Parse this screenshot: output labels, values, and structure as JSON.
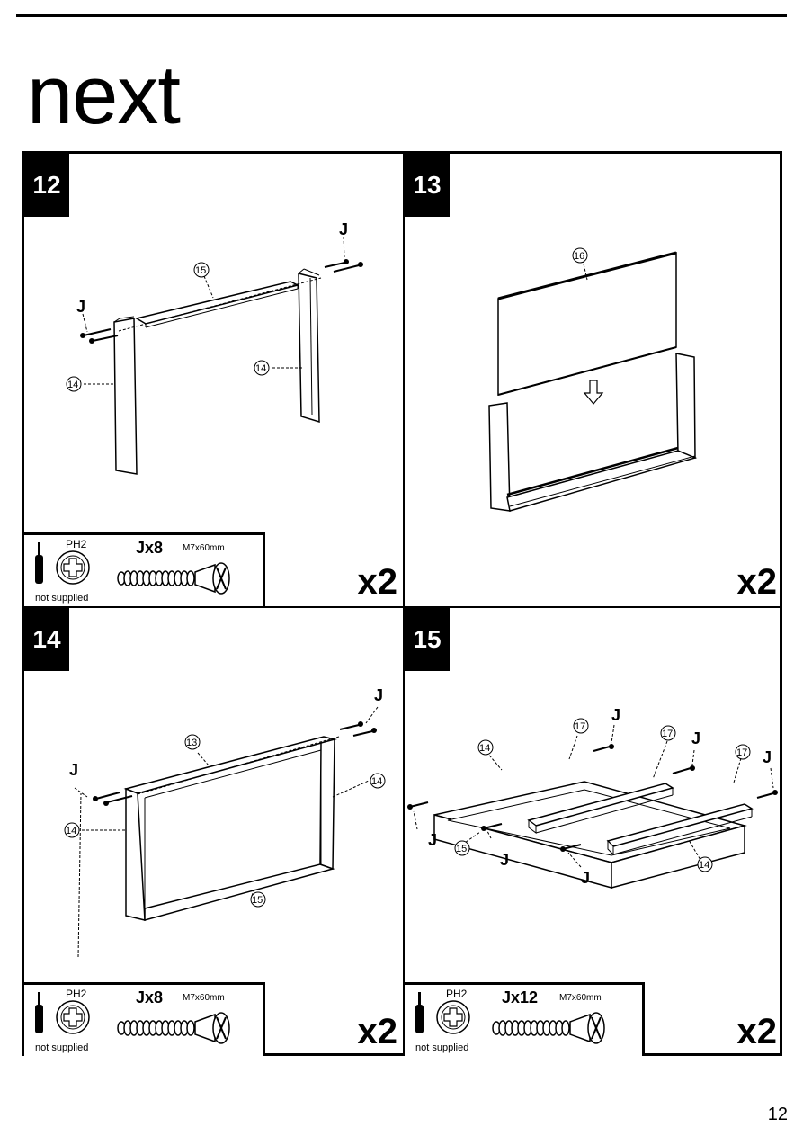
{
  "brand": {
    "logo": "next"
  },
  "steps": [
    {
      "number": "12",
      "multiplier": "x2",
      "callouts": [
        "J",
        "J",
        "15",
        "14",
        "14"
      ],
      "fixings": {
        "quantity": "Jx8",
        "spec": "M7x60mm",
        "tool": "PH2",
        "tool_note": "not supplied"
      }
    },
    {
      "number": "13",
      "multiplier": "x2",
      "callouts": [
        "16"
      ]
    },
    {
      "number": "14",
      "multiplier": "x2",
      "callouts": [
        "J",
        "J",
        "13",
        "14",
        "14",
        "15"
      ],
      "fixings": {
        "quantity": "Jx8",
        "spec": "M7x60mm",
        "tool": "PH2",
        "tool_note": "not supplied"
      }
    },
    {
      "number": "15",
      "multiplier": "x2",
      "callouts": [
        "J",
        "J",
        "J",
        "J",
        "J",
        "J",
        "17",
        "17",
        "17",
        "14",
        "14",
        "15"
      ],
      "fixings": {
        "quantity": "Jx12",
        "spec": "M7x60mm",
        "tool": "PH2",
        "tool_note": "not supplied"
      }
    }
  ],
  "page_number": "12"
}
